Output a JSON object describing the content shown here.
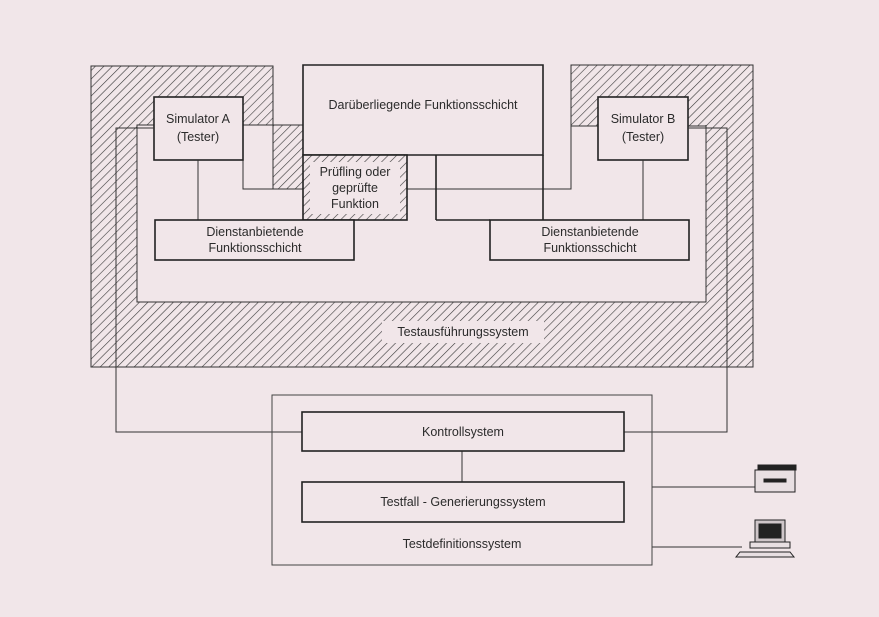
{
  "diagram": {
    "simulator_a": [
      "Simulator A",
      "(Tester)"
    ],
    "simulator_b": [
      "Simulator B",
      "(Tester)"
    ],
    "upper_layer": "Darüberliegende Funktionsschicht",
    "device_under_test": [
      "Prüfling oder",
      "geprüfte",
      "Funktion"
    ],
    "service_layer_left": [
      "Dienstanbietende",
      "Funktionsschicht"
    ],
    "service_layer_right": [
      "Dienstanbietende",
      "Funktionsschicht"
    ],
    "execution_system": "Testausführungssystem",
    "control_system": "Kontrollsystem",
    "generation_system": "Testfall - Generierungssystem",
    "definition_system": "Testdefinitionssystem",
    "peripherals": [
      "printer-icon",
      "computer-terminal-icon"
    ]
  }
}
